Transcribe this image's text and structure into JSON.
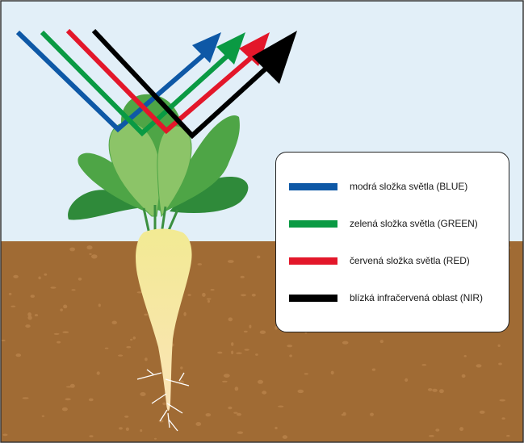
{
  "colors": {
    "sky": "#e2eff8",
    "soil": "#a06b34",
    "soil_speck": "#b47e46",
    "leaf_dark": "#2f8a3a",
    "leaf_mid": "#4ea546",
    "leaf_light": "#8cc468",
    "root_top": "#f2ea93",
    "root_bottom": "#fbe4b8",
    "rootlet": "#ffffff",
    "frame": "#333333"
  },
  "legend": {
    "items": [
      {
        "key": "blue",
        "label": "modrá složka světla (BLUE)",
        "color": "#0e58a6"
      },
      {
        "key": "green",
        "label": "zelená složka světla (GREEN)",
        "color": "#0a9a43"
      },
      {
        "key": "red",
        "label": "červená složka světla (RED)",
        "color": "#e3172a"
      },
      {
        "key": "nir",
        "label": "blízká infračervená oblast (NIR)",
        "color": "#000000"
      }
    ]
  },
  "rays": [
    {
      "name": "blue-light-ray",
      "color": "#0e58a6"
    },
    {
      "name": "green-light-ray",
      "color": "#0a9a43"
    },
    {
      "name": "red-light-ray",
      "color": "#e3172a"
    },
    {
      "name": "nir-light-ray",
      "color": "#000000"
    }
  ]
}
